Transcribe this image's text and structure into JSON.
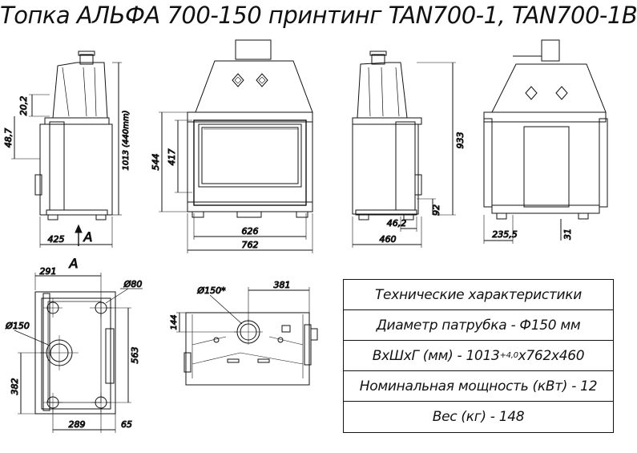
{
  "title": "Топка АЛЬФА 700-150 принтинг TAN700-1, TAN700-1B",
  "dimensions": {
    "side_top_h": "20,2",
    "side_offset_h": "48,7",
    "side_total_h": "1013 (440mm)",
    "side_depth": "425",
    "view_arrow": "A",
    "front_h1": "544",
    "front_h2": "417",
    "front_inner_w": "626",
    "front_total_w": "762",
    "right_total_h": "933",
    "right_offset_w": "46,2",
    "right_bottom_h": "92",
    "right_depth": "460",
    "back_offset_w": "235,5",
    "back_bottom_h": "31",
    "plan_offset_w": "291",
    "plan_hole_small": "Ø80",
    "plan_hole_large": "Ø150",
    "plan_depth": "563",
    "plan_left_h": "382",
    "plan_bottom_w": "289",
    "plan_bottom_offset": "65",
    "top_hole": "Ø150*",
    "top_offset_w": "381",
    "top_h": "144"
  },
  "specs": {
    "heading": "Технические характеристики",
    "diameter": "Диаметр патрубка - Ф150 мм",
    "size_prefix": "ВхШхГ (мм) - 1013",
    "size_sub": "+4,0",
    "size_suffix": "х762х460",
    "power": "Номинальная мощность (кВт) - 12",
    "weight": "Вес (кг) - 148"
  }
}
